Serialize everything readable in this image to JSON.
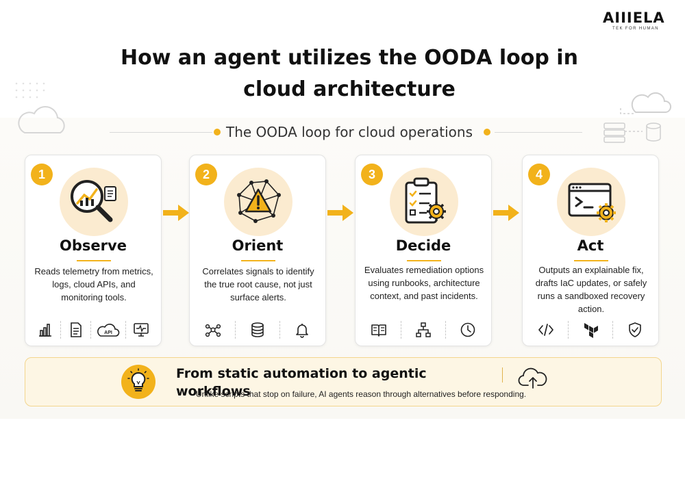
{
  "logo": {
    "word": "AIIIELA",
    "tagline": "TEK FOR HUMAN"
  },
  "title": "How an agent utilizes the OODA loop in cloud architecture",
  "subtitle": "The OODA loop for cloud operations",
  "accent_color": "#f2b21b",
  "cards": [
    {
      "number": "1",
      "title": "Observe",
      "description": "Reads telemetry from metrics, logs, cloud APIs, and monitoring tools.",
      "hero_icon": "magnifier-chart-icon",
      "icons": [
        "bar-chart-icon",
        "document-icon",
        "api-cloud-icon",
        "monitor-pulse-icon"
      ],
      "api_label": "API"
    },
    {
      "number": "2",
      "title": "Orient",
      "description": "Correlates signals to identify the true root cause, not just surface alerts.",
      "hero_icon": "network-warning-icon",
      "icons": [
        "network-nodes-icon",
        "database-icon",
        "bell-icon"
      ]
    },
    {
      "number": "3",
      "title": "Decide",
      "description": "Evaluates remediation options using runbooks, architecture context, and past incidents.",
      "hero_icon": "clipboard-gear-icon",
      "icons": [
        "book-icon",
        "hierarchy-icon",
        "clock-icon"
      ]
    },
    {
      "number": "4",
      "title": "Act",
      "description": "Outputs an explainable fix, drafts IaC updates, or safely runs a sandboxed recovery action.",
      "hero_icon": "terminal-gear-icon",
      "icons": [
        "code-icon",
        "terraform-icon",
        "shield-check-icon"
      ]
    }
  ],
  "banner": {
    "title": "From static automation to agentic workflows",
    "description": "Unlike scripts that stop on failure, AI agents reason through alternatives before responding.",
    "icon": "lightbulb-icon",
    "side_icon": "cloud-upload-icon"
  }
}
